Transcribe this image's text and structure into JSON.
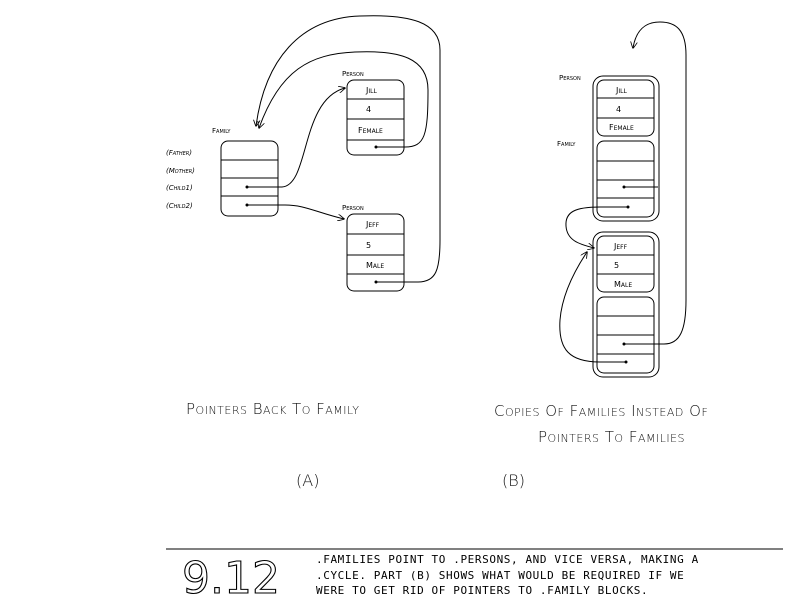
{
  "panel_a": {
    "family_label": "Family",
    "family_slots": [
      "(Father)",
      "(Mother)",
      "(Child1)",
      "(Child2)"
    ],
    "person1": {
      "label": "Person",
      "name": "Jill",
      "age": "4",
      "sex": "Female"
    },
    "person2": {
      "label": "Person",
      "name": "Jeff",
      "age": "5",
      "sex": "Male"
    },
    "caption": "Pointers Back To Family",
    "panel_label": "(A)"
  },
  "panel_b": {
    "person_label": "Person",
    "family_label": "Family",
    "person1": {
      "name": "Jill",
      "age": "4",
      "sex": "Female"
    },
    "person2": {
      "name": "Jeff",
      "age": "5",
      "sex": "Male"
    },
    "caption_line1": "Copies Of Families Instead Of",
    "caption_line2": "Pointers To Families",
    "panel_label": "(B)"
  },
  "figure": {
    "number": "9.12",
    "caption_lines": [
      ".Families point to .Persons, and vice versa, making a",
      ".cycle.  Part (b) shows what would be required if we",
      "were to get rid of pointers to .Family blocks."
    ]
  }
}
